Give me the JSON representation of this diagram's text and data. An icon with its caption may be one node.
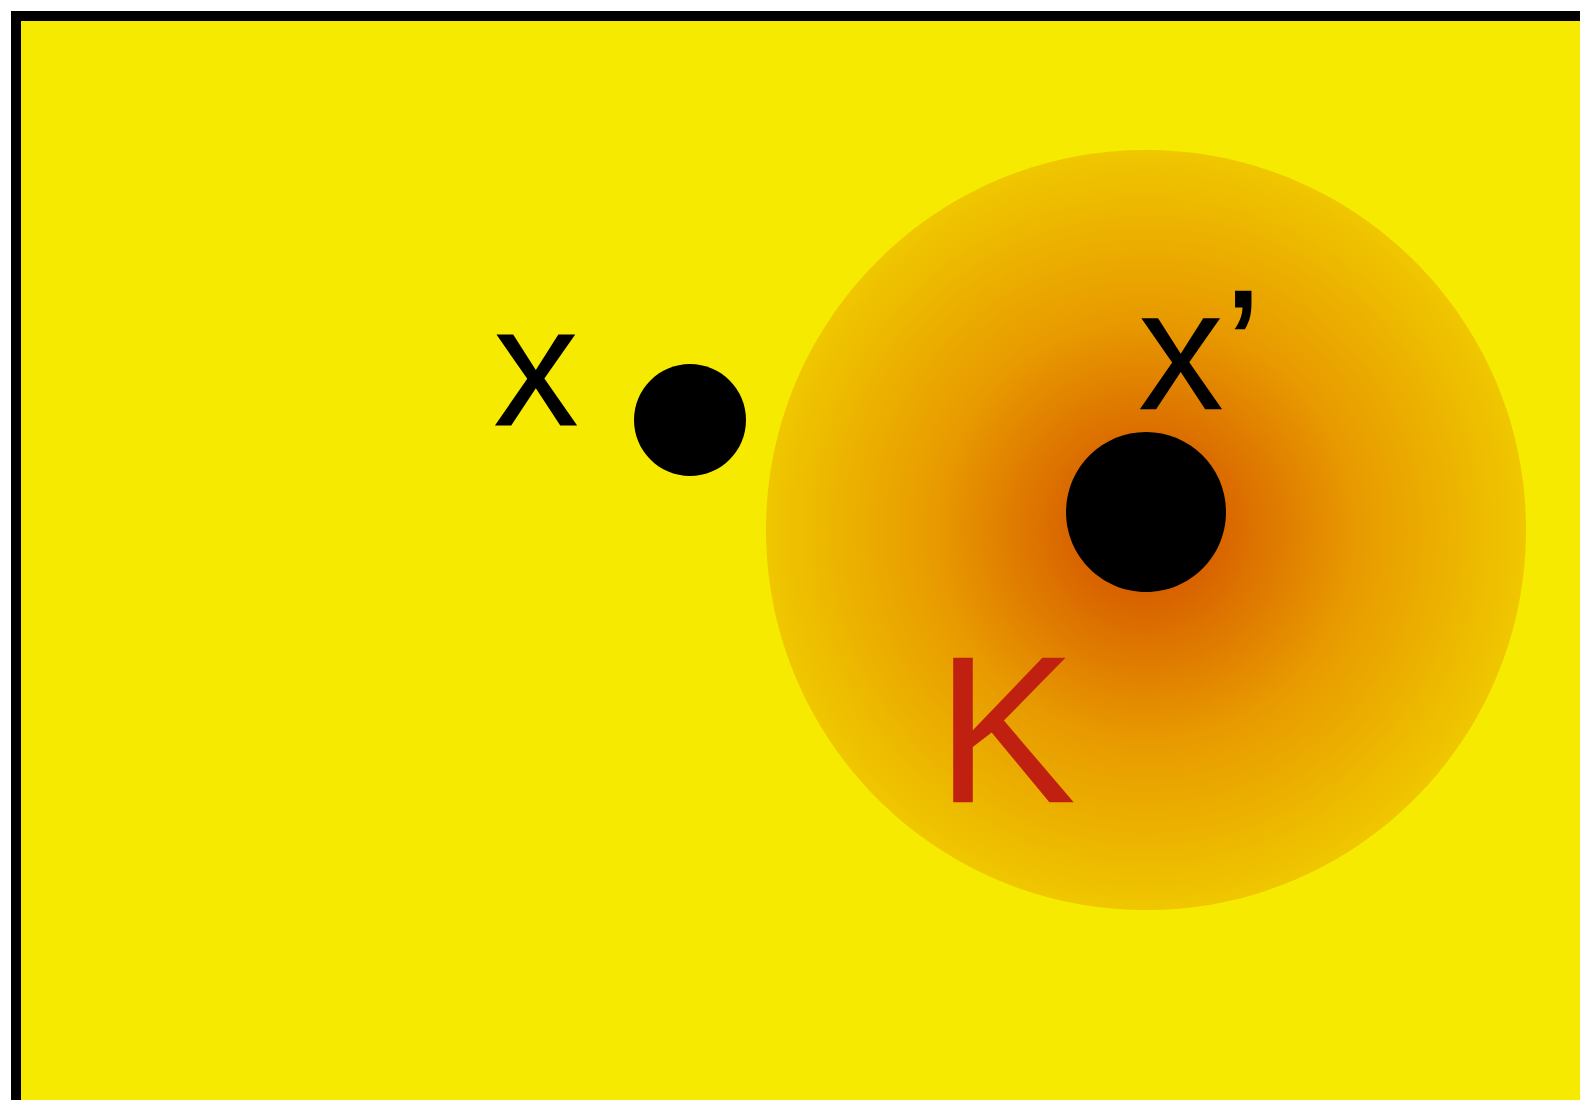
{
  "diagram": {
    "nodes": [
      {
        "text": [],
        "shape": "circle",
        "beside": [
          "x"
        ]
      },
      {
        "text": [],
        "shape": "circle",
        "beside": [
          "x’"
        ]
      }
    ],
    "labels": [
      "K"
    ]
  }
}
